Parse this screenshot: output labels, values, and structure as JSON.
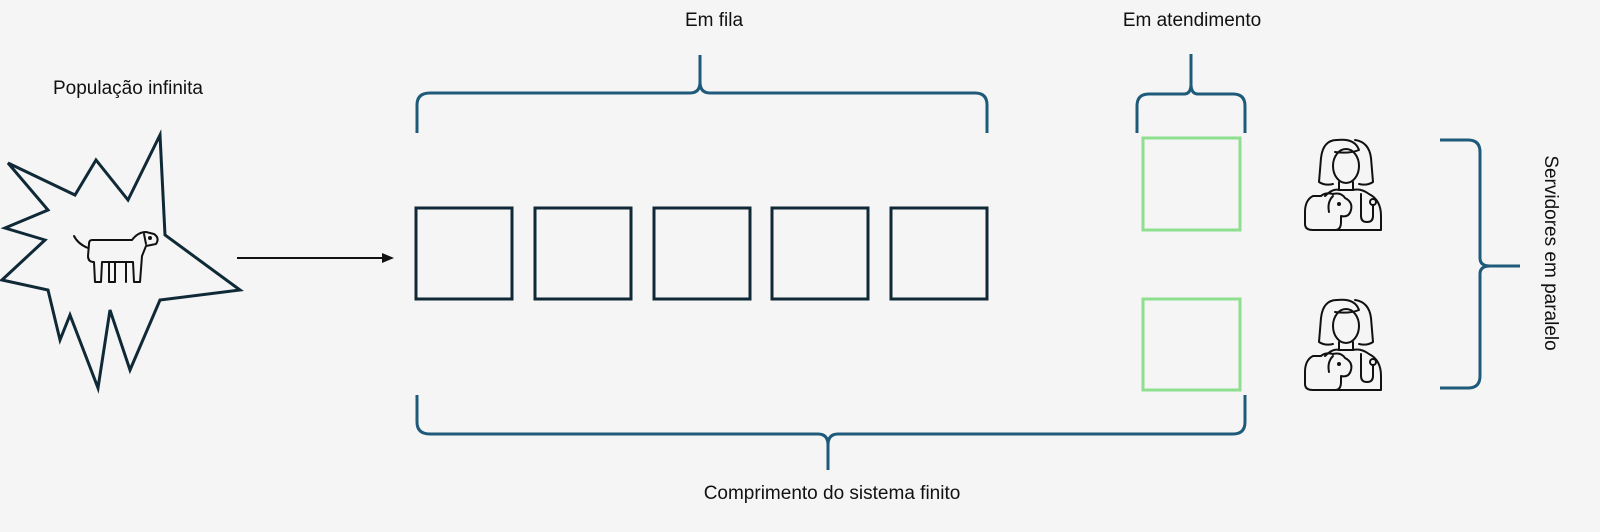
{
  "labels": {
    "population": "População infinita",
    "queue": "Em fila",
    "service": "Em atendimento",
    "servers": "Servidores em paralelo",
    "system_length": "Comprimento do sistema finito"
  },
  "queue_slots": 5,
  "service_slots": 2,
  "colors": {
    "outline": "#0f2a36",
    "brace": "#1e5a7a",
    "service_slot": "#8ee08e",
    "background": "#f5f5f5"
  },
  "icons": {
    "source": "dog-icon",
    "server": "veterinarian-icon"
  }
}
